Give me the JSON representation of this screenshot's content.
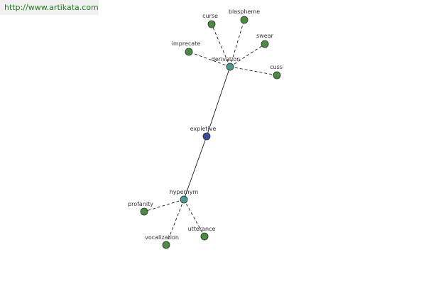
{
  "watermark": "http://www.artikata.com",
  "colors": {
    "center_node": "#3b4a9a",
    "relation_node": "#4a9a90",
    "leaf_node": "#4c8c42",
    "node_stroke": "#1f3320",
    "edge": "#000000"
  },
  "nodes": [
    {
      "id": "expletive",
      "label": "expletive",
      "kind": "center"
    },
    {
      "id": "derivation",
      "label": "derivation",
      "kind": "relation"
    },
    {
      "id": "hypernym",
      "label": "hypernym",
      "kind": "relation"
    },
    {
      "id": "curse",
      "label": "curse",
      "kind": "leaf"
    },
    {
      "id": "blaspheme",
      "label": "blaspheme",
      "kind": "leaf"
    },
    {
      "id": "swear",
      "label": "swear",
      "kind": "leaf"
    },
    {
      "id": "imprecate",
      "label": "imprecate",
      "kind": "leaf"
    },
    {
      "id": "cuss",
      "label": "cuss",
      "kind": "leaf"
    },
    {
      "id": "profanity",
      "label": "profanity",
      "kind": "leaf"
    },
    {
      "id": "vocalization",
      "label": "vocalization",
      "kind": "leaf"
    },
    {
      "id": "utterance",
      "label": "utterance",
      "kind": "leaf"
    }
  ],
  "edges": [
    {
      "from": "expletive",
      "to": "derivation",
      "style": "solid"
    },
    {
      "from": "expletive",
      "to": "hypernym",
      "style": "solid"
    },
    {
      "from": "derivation",
      "to": "curse",
      "style": "dashed"
    },
    {
      "from": "derivation",
      "to": "blaspheme",
      "style": "dashed"
    },
    {
      "from": "derivation",
      "to": "swear",
      "style": "dashed"
    },
    {
      "from": "derivation",
      "to": "imprecate",
      "style": "dashed"
    },
    {
      "from": "derivation",
      "to": "cuss",
      "style": "dashed"
    },
    {
      "from": "hypernym",
      "to": "profanity",
      "style": "dashed"
    },
    {
      "from": "hypernym",
      "to": "vocalization",
      "style": "dashed"
    },
    {
      "from": "hypernym",
      "to": "utterance",
      "style": "dashed"
    }
  ]
}
